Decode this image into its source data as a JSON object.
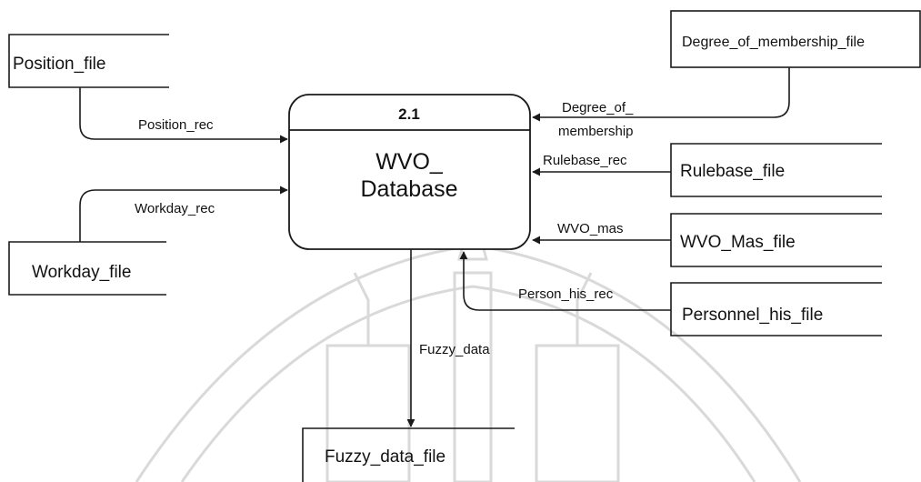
{
  "process": {
    "number": "2.1",
    "title_line1": "WVO_",
    "title_line2": "Database"
  },
  "data_stores": {
    "position": "Position_file",
    "workday": "Workday_file",
    "degree": "Degree_of_membership_file",
    "rulebase": "Rulebase_file",
    "wvo_mas": "WVO_Mas_file",
    "personnel": "Personnel_his_file",
    "fuzzy": "Fuzzy_data_file"
  },
  "flows": {
    "position_rec": "Position_rec",
    "workday_rec": "Workday_rec",
    "degree_line1": "Degree_of_",
    "degree_line2": "membership",
    "rulebase_rec": "Rulebase_rec",
    "wvo_mas": "WVO_mas",
    "person_his_rec": "Person_his_rec",
    "fuzzy_data": "Fuzzy_data"
  },
  "colors": {
    "ink": "#111111",
    "watermark": "#d9d9d9"
  },
  "watermark_icon": "university-seal-watermark"
}
